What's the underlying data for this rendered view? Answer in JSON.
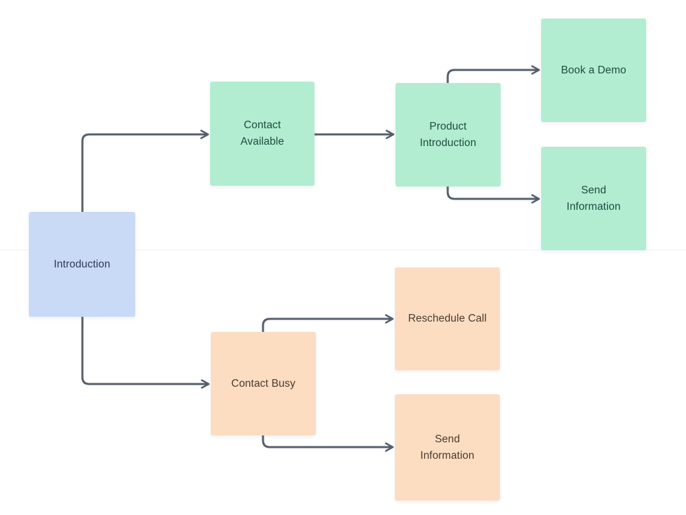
{
  "diagram": {
    "background_color": "#ffffff",
    "edge_color": "#545f6e",
    "nodes": [
      {
        "id": "introduction",
        "label": "Introduction",
        "color_name": "blue",
        "fill": "#c9daf7",
        "text_color": "#2b3a52"
      },
      {
        "id": "contact-available",
        "label": "Contact\nAvailable",
        "color_name": "green",
        "fill": "#b2edd1",
        "text_color": "#1f4a40"
      },
      {
        "id": "product-introduction",
        "label": "Product\nIntroduction",
        "color_name": "green",
        "fill": "#b2edd1",
        "text_color": "#1f4a40"
      },
      {
        "id": "book-a-demo",
        "label": "Book a Demo",
        "color_name": "green",
        "fill": "#b2edd1",
        "text_color": "#1f4a40"
      },
      {
        "id": "send-information-top",
        "label": "Send\nInformation",
        "color_name": "green",
        "fill": "#b2edd1",
        "text_color": "#1f4a40"
      },
      {
        "id": "contact-busy",
        "label": "Contact Busy",
        "color_name": "orange",
        "fill": "#fcddc2",
        "text_color": "#49392c"
      },
      {
        "id": "reschedule-call",
        "label": "Reschedule Call",
        "color_name": "orange",
        "fill": "#fcddc2",
        "text_color": "#49392c"
      },
      {
        "id": "send-information-bottom",
        "label": "Send\nInformation",
        "color_name": "orange",
        "fill": "#fcddc2",
        "text_color": "#49392c"
      }
    ],
    "edges": [
      {
        "from": "introduction",
        "to": "contact-available"
      },
      {
        "from": "introduction",
        "to": "contact-busy"
      },
      {
        "from": "contact-available",
        "to": "product-introduction"
      },
      {
        "from": "product-introduction",
        "to": "book-a-demo"
      },
      {
        "from": "product-introduction",
        "to": "send-information-top"
      },
      {
        "from": "contact-busy",
        "to": "reschedule-call"
      },
      {
        "from": "contact-busy",
        "to": "send-information-bottom"
      }
    ]
  }
}
